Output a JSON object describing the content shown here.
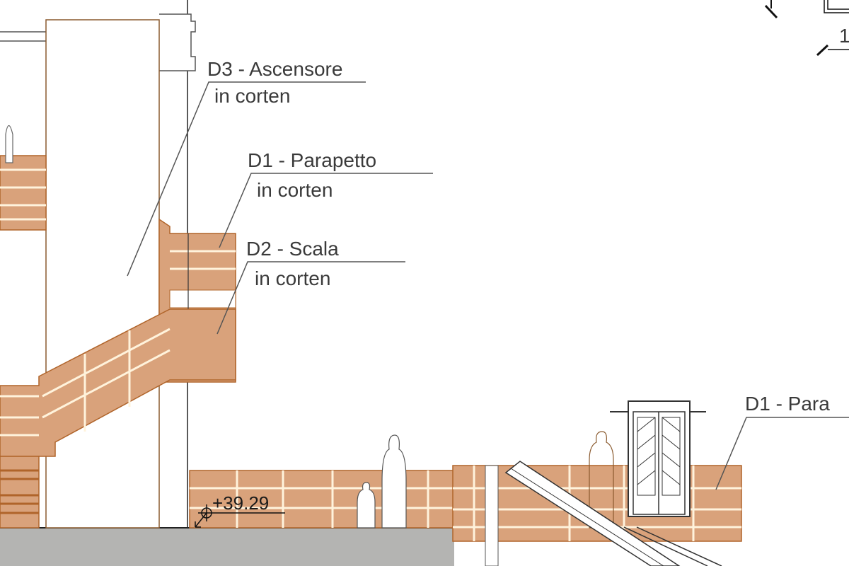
{
  "labels": {
    "d3_title": "D3 - Ascensore",
    "d3_sub": "in corten",
    "d1_title": "D1 - Parapetto",
    "d1_sub": "in corten",
    "d2_title": "D2 - Scala",
    "d2_sub": "in corten",
    "d1_right_title": "D1 - Para"
  },
  "level_marker": "+39.29",
  "corner_ref": "1",
  "colors": {
    "corten": "#d9a27b",
    "corten_line": "#b0642a",
    "ground": "#b4b4b2"
  }
}
